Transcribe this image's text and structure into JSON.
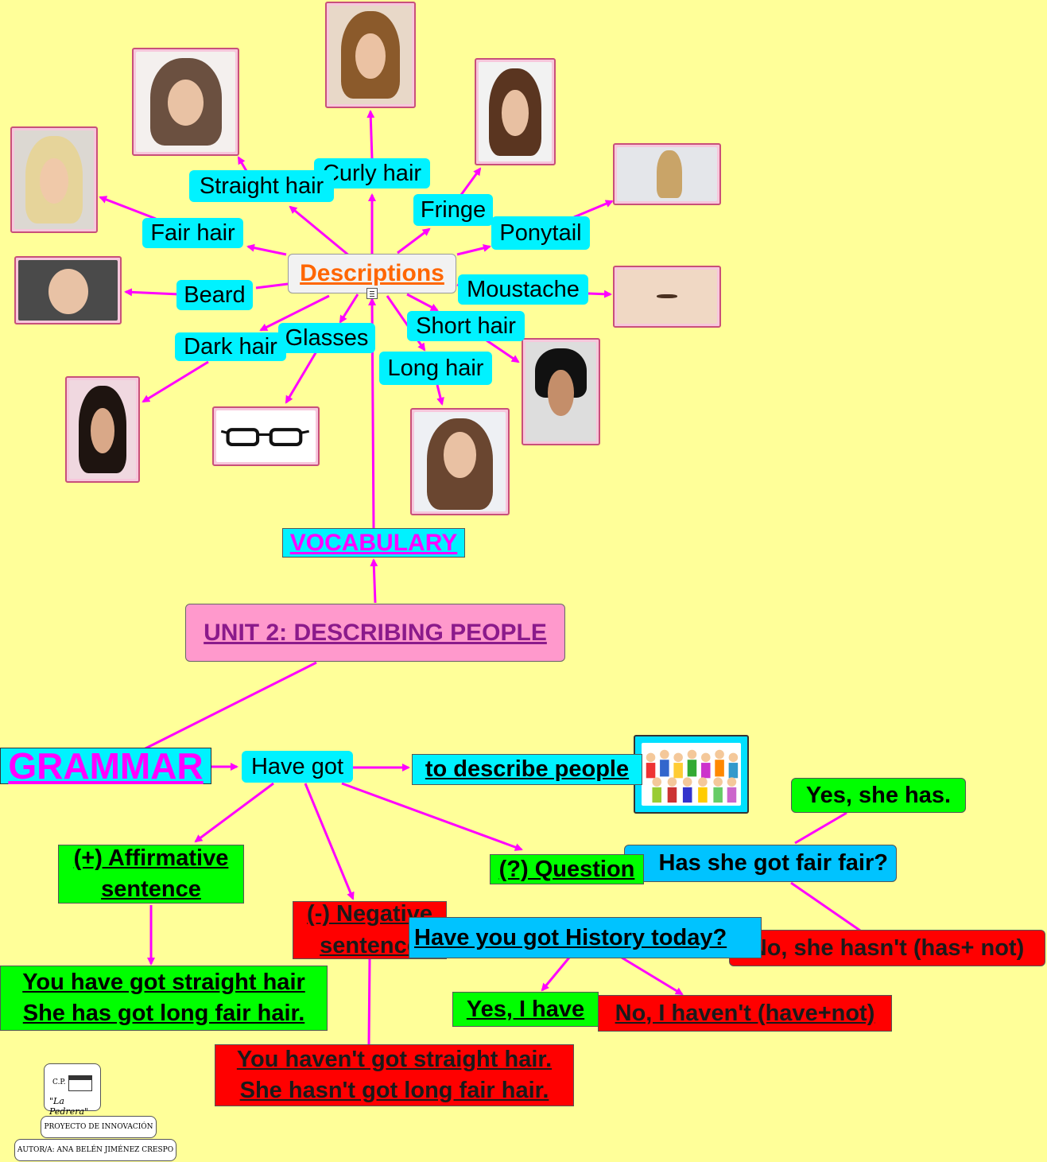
{
  "colors": {
    "background": "#ffff99",
    "connector": "#ff00ff",
    "node_cyan": "#00f2ff",
    "unit_pink": "#ff99cc",
    "affirmative_green": "#00ff00",
    "negative_red": "#ff0000",
    "question_blue": "#00c3ff",
    "descriptions_orange": "#ff6600"
  },
  "unit": {
    "title": "UNIT 2: DESCRIBING PEOPLE"
  },
  "vocabulary": {
    "label": "VOCABULARY",
    "descriptions": "Descriptions",
    "note_icon": "note-icon",
    "items": {
      "curly_hair": "Curly hair",
      "straight_hair": "Straight hair",
      "fair_hair": "Fair hair",
      "fringe": "Fringe",
      "ponytail": "Ponytail",
      "beard": "Beard",
      "moustache": "Moustache",
      "short_hair": "Short hair",
      "glasses": "Glasses",
      "dark_hair": "Dark hair",
      "long_hair": "Long hair"
    }
  },
  "grammar": {
    "label": "GRAMMAR",
    "have_got": "Have got",
    "to_describe": "to describe people",
    "affirmative": {
      "line1": "(+) Affirmative",
      "line2": "sentence",
      "ex1": "You have got straight hair",
      "ex2": "She has got long fair hair."
    },
    "negative": {
      "line1": "(-) Negative",
      "line2": "sentence",
      "ex1": "You haven't got straight hair.",
      "ex2": "She hasn't got long fair hair."
    },
    "question": {
      "label": "(?) Question",
      "q1": "Has  she got fair fair?",
      "q1_yes": "Yes, she has.",
      "q1_no": "No, she hasn't (has+ not)",
      "q2": "Have you got History today?",
      "q2_yes": "Yes, I have",
      "q2_no": "No, I haven't (have+not)"
    }
  },
  "footer": {
    "school_line1": "C.P.",
    "school_line2": "\"La Pedrera\"",
    "project": "PROYECTO DE INNOVACIÓN",
    "author": "AUTOR/A: ANA BELÉN JIMÉNEZ CRESPO"
  }
}
